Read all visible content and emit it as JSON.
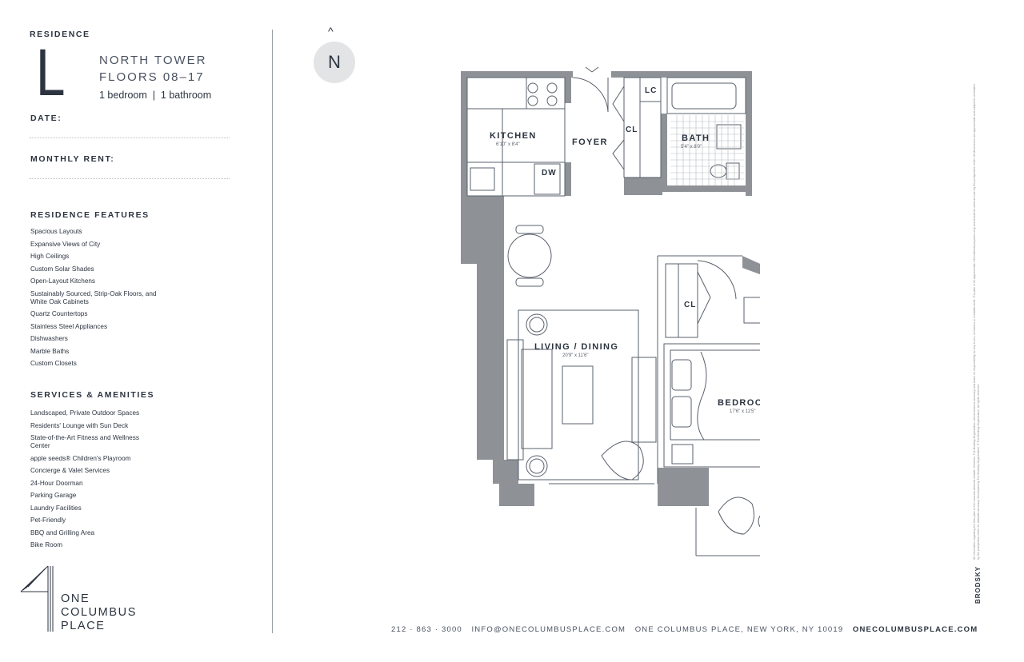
{
  "residence": {
    "label": "RESIDENCE",
    "letter": "L",
    "tower": "NORTH TOWER",
    "floors": "FLOORS 08–17",
    "description": "1 bedroom  |  1 bathroom"
  },
  "form": {
    "date_label": "DATE:",
    "rent_label": "MONTHLY RENT:"
  },
  "features": {
    "title": "RESIDENCE FEATURES",
    "items": [
      "Spacious Layouts",
      "Expansive Views of City",
      "High Ceilings",
      "Custom Solar Shades",
      "Open-Layout Kitchens",
      "Sustainably Sourced, Strip-Oak Floors, and White Oak Cabinets",
      "Quartz Countertops",
      "Stainless Steel Appliances",
      "Dishwashers",
      "Marble Baths",
      "Custom Closets"
    ]
  },
  "amenities": {
    "title": "SERVICES & AMENITIES",
    "items": [
      "Landscaped, Private Outdoor Spaces",
      "Residents' Lounge with Sun Deck",
      "State-of-the-Art Fitness and Wellness Center",
      "apple seeds® Children's Playroom",
      "Concierge & Valet Services",
      "24-Hour Doorman",
      "Parking Garage",
      "Laundry Facilities",
      "Pet-Friendly",
      "BBQ and Grilling Area",
      "Bike Room"
    ]
  },
  "compass": {
    "letter": "N",
    "arrow": "^"
  },
  "floorplan": {
    "kitchen": {
      "name": "KITCHEN",
      "dims": "6'10\" x 8'4\""
    },
    "foyer": {
      "name": "FOYER"
    },
    "closet": "CL",
    "linen_closet": "LC",
    "bath": {
      "name": "BATH",
      "dims": "5'4\" x 8'0\""
    },
    "dishwasher": "DW",
    "living": {
      "name": "LIVING / DINING",
      "dims": "20'9\" x 11'6\""
    },
    "bedroom_closet": "CL",
    "bedroom": {
      "name": "BEDROOM",
      "dims": "17'6\" x 11'5\""
    }
  },
  "logo": {
    "line1": "ONE",
    "line2": "COLUMBUS",
    "line3": "PLACE"
  },
  "footer": {
    "phone": "212 · 863 · 3000",
    "email": "INFO@ONECOLUMBUSPLACE.COM",
    "address": "ONE COLUMBUS PLACE, NEW YORK, NY 10019",
    "website": "ONECOLUMBUSPLACE.COM"
  },
  "brand": "BRODSKY",
  "disclaimer": "All information regarding the floor plan is from sources deemed reliable. However, The Brodsky Organization cannot assume accuracy and bears no responsibility for any errors, omissions or misstatements. The plan is for approximate informational purposes only and should be used as such by the prospective renter. All dimensions are approximate and subject to verification by the prospective renter for absolute accuracy. Developed by The Brodsky Organization. © The Brodsky Organization. All rights reserved."
}
